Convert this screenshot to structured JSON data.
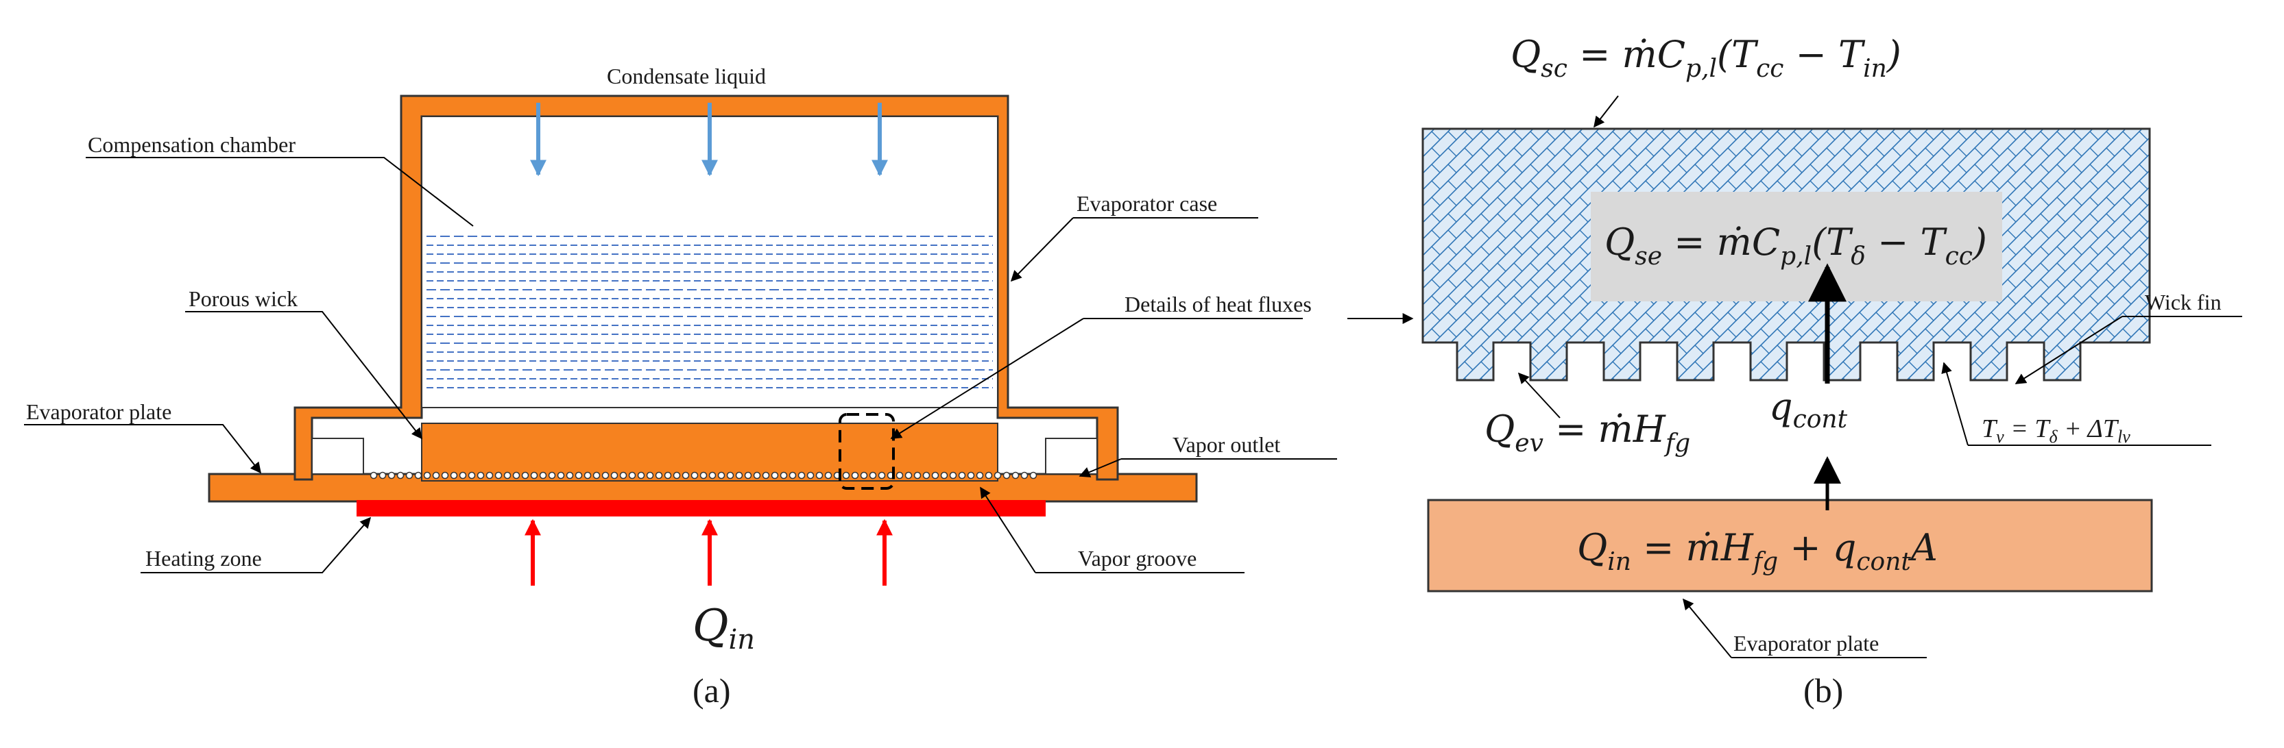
{
  "panel_a": {
    "labels": {
      "condensate": "Condensate liquid",
      "compensation": "Compensation chamber",
      "evap_case": "Evaporator case",
      "porous_wick": "Porous wick",
      "heat_flux_details": "Details of heat fluxes",
      "evap_plate": "Evaporator plate",
      "vapor_outlet": "Vapor outlet",
      "heating_zone": "Heating zone",
      "vapor_groove": "Vapor groove"
    },
    "q_in": {
      "main": "Q",
      "sub": "in"
    },
    "caption": "(a)"
  },
  "panel_b": {
    "eq_sc": {
      "q": "Q",
      "q_sub": "sc",
      "rhs": " = ṁC",
      "cp_sub": "p,l",
      "paren_a": "(T",
      "t1_sub": "cc",
      "minus": " − T",
      "t2_sub": "in",
      "close": ")"
    },
    "eq_se": {
      "q": "Q",
      "q_sub": "se",
      "rhs": " = ṁC",
      "cp_sub": "p,l",
      "paren_a": "(T",
      "t1_sub": "δ",
      "minus": " − T",
      "t2_sub": "cc",
      "close": ")"
    },
    "eq_ev": {
      "q": "Q",
      "q_sub": "ev",
      "rhs": " = ṁH",
      "h_sub": "fg"
    },
    "q_cont": {
      "q": "q",
      "sub": "cont"
    },
    "tv": {
      "t": "T",
      "t_sub": "v",
      "eq": " = T",
      "d_sub": "δ",
      "plus": " + ΔT",
      "lv_sub": "lv"
    },
    "eq_in": {
      "q": "Q",
      "q_sub": "in",
      "rhs": " = ṁH",
      "h_sub": "fg",
      "plus": " + q",
      "c_sub": "cont",
      "a": "A"
    },
    "labels": {
      "wick_fin": "Wick fin",
      "evap_plate": "Evaporator plate"
    },
    "caption": "(b)"
  },
  "colors": {
    "case_orange": "#F6821F",
    "heater_red": "#FF0000",
    "arrow_blue": "#5B9BD5",
    "liquid_dash": "#4472C4",
    "wick_hatch": "#2E75B6",
    "wick_fill": "#DEEBF7",
    "plate_b": "#F4B183",
    "eq_box": "#D9D9D9"
  }
}
